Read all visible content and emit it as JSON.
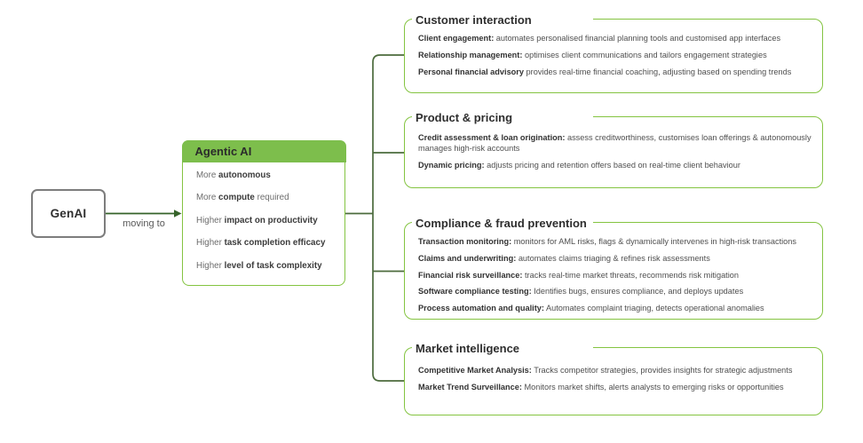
{
  "genai": {
    "label": "GenAI"
  },
  "arrow": {
    "label": "moving to"
  },
  "agentic": {
    "title": "Agentic AI",
    "items": [
      {
        "pre": "More ",
        "bold": "autonomous",
        "post": ""
      },
      {
        "pre": "More ",
        "bold": "compute",
        "post": " required"
      },
      {
        "pre": "Higher ",
        "bold": "impact on productivity",
        "post": ""
      },
      {
        "pre": "Higher ",
        "bold": "task completion efficacy",
        "post": ""
      },
      {
        "pre": "Higher ",
        "bold": "level of task complexity",
        "post": ""
      }
    ]
  },
  "sections": [
    {
      "title": "Customer interaction",
      "items": [
        {
          "bold": "Client engagement:",
          "rest": " automates personalised financial planning tools and customised app interfaces"
        },
        {
          "bold": "Relationship management:",
          "rest": " optimises client communications and tailors engagement strategies"
        },
        {
          "bold": "Personal financial advisory",
          "rest": " provides real-time financial coaching, adjusting based on spending trends"
        }
      ]
    },
    {
      "title": "Product & pricing",
      "items": [
        {
          "bold": "Credit assessment & loan origination:",
          "rest": " assess creditworthiness, customises loan offerings & autonomously manages high-risk accounts"
        },
        {
          "bold": "Dynamic pricing:",
          "rest": " adjusts pricing and retention offers based on real-time client behaviour"
        }
      ]
    },
    {
      "title": "Compliance & fraud prevention",
      "items": [
        {
          "bold": "Transaction monitoring:",
          "rest": " monitors for AML risks, flags & dynamically intervenes in high-risk transactions"
        },
        {
          "bold": "Claims and underwriting:",
          "rest": " automates claims triaging & refines risk assessments"
        },
        {
          "bold": "Financial risk surveillance:",
          "rest": " tracks real-time market threats, recommends risk mitigation"
        },
        {
          "bold": "Software compliance testing:",
          "rest": " Identifies bugs, ensures compliance, and deploys updates"
        },
        {
          "bold": "Process automation and quality:",
          "rest": " Automates complaint triaging, detects operational anomalies"
        }
      ]
    },
    {
      "title": "Market intelligence",
      "items": [
        {
          "bold": "Competitive Market Analysis:",
          "rest": " Tracks competitor strategies, provides insights for strategic adjustments"
        },
        {
          "bold": "Market Trend Surveillance:",
          "rest": " Monitors market shifts, alerts analysts to emerging risks or opportunities"
        }
      ]
    }
  ],
  "colors": {
    "box_border_green": "#84C441",
    "header_fill_green": "#7DBE4C",
    "connector_olive": "#4C6B3D",
    "arrow_dark_green": "#35632A",
    "genai_border_gray": "#7D7D7D"
  }
}
